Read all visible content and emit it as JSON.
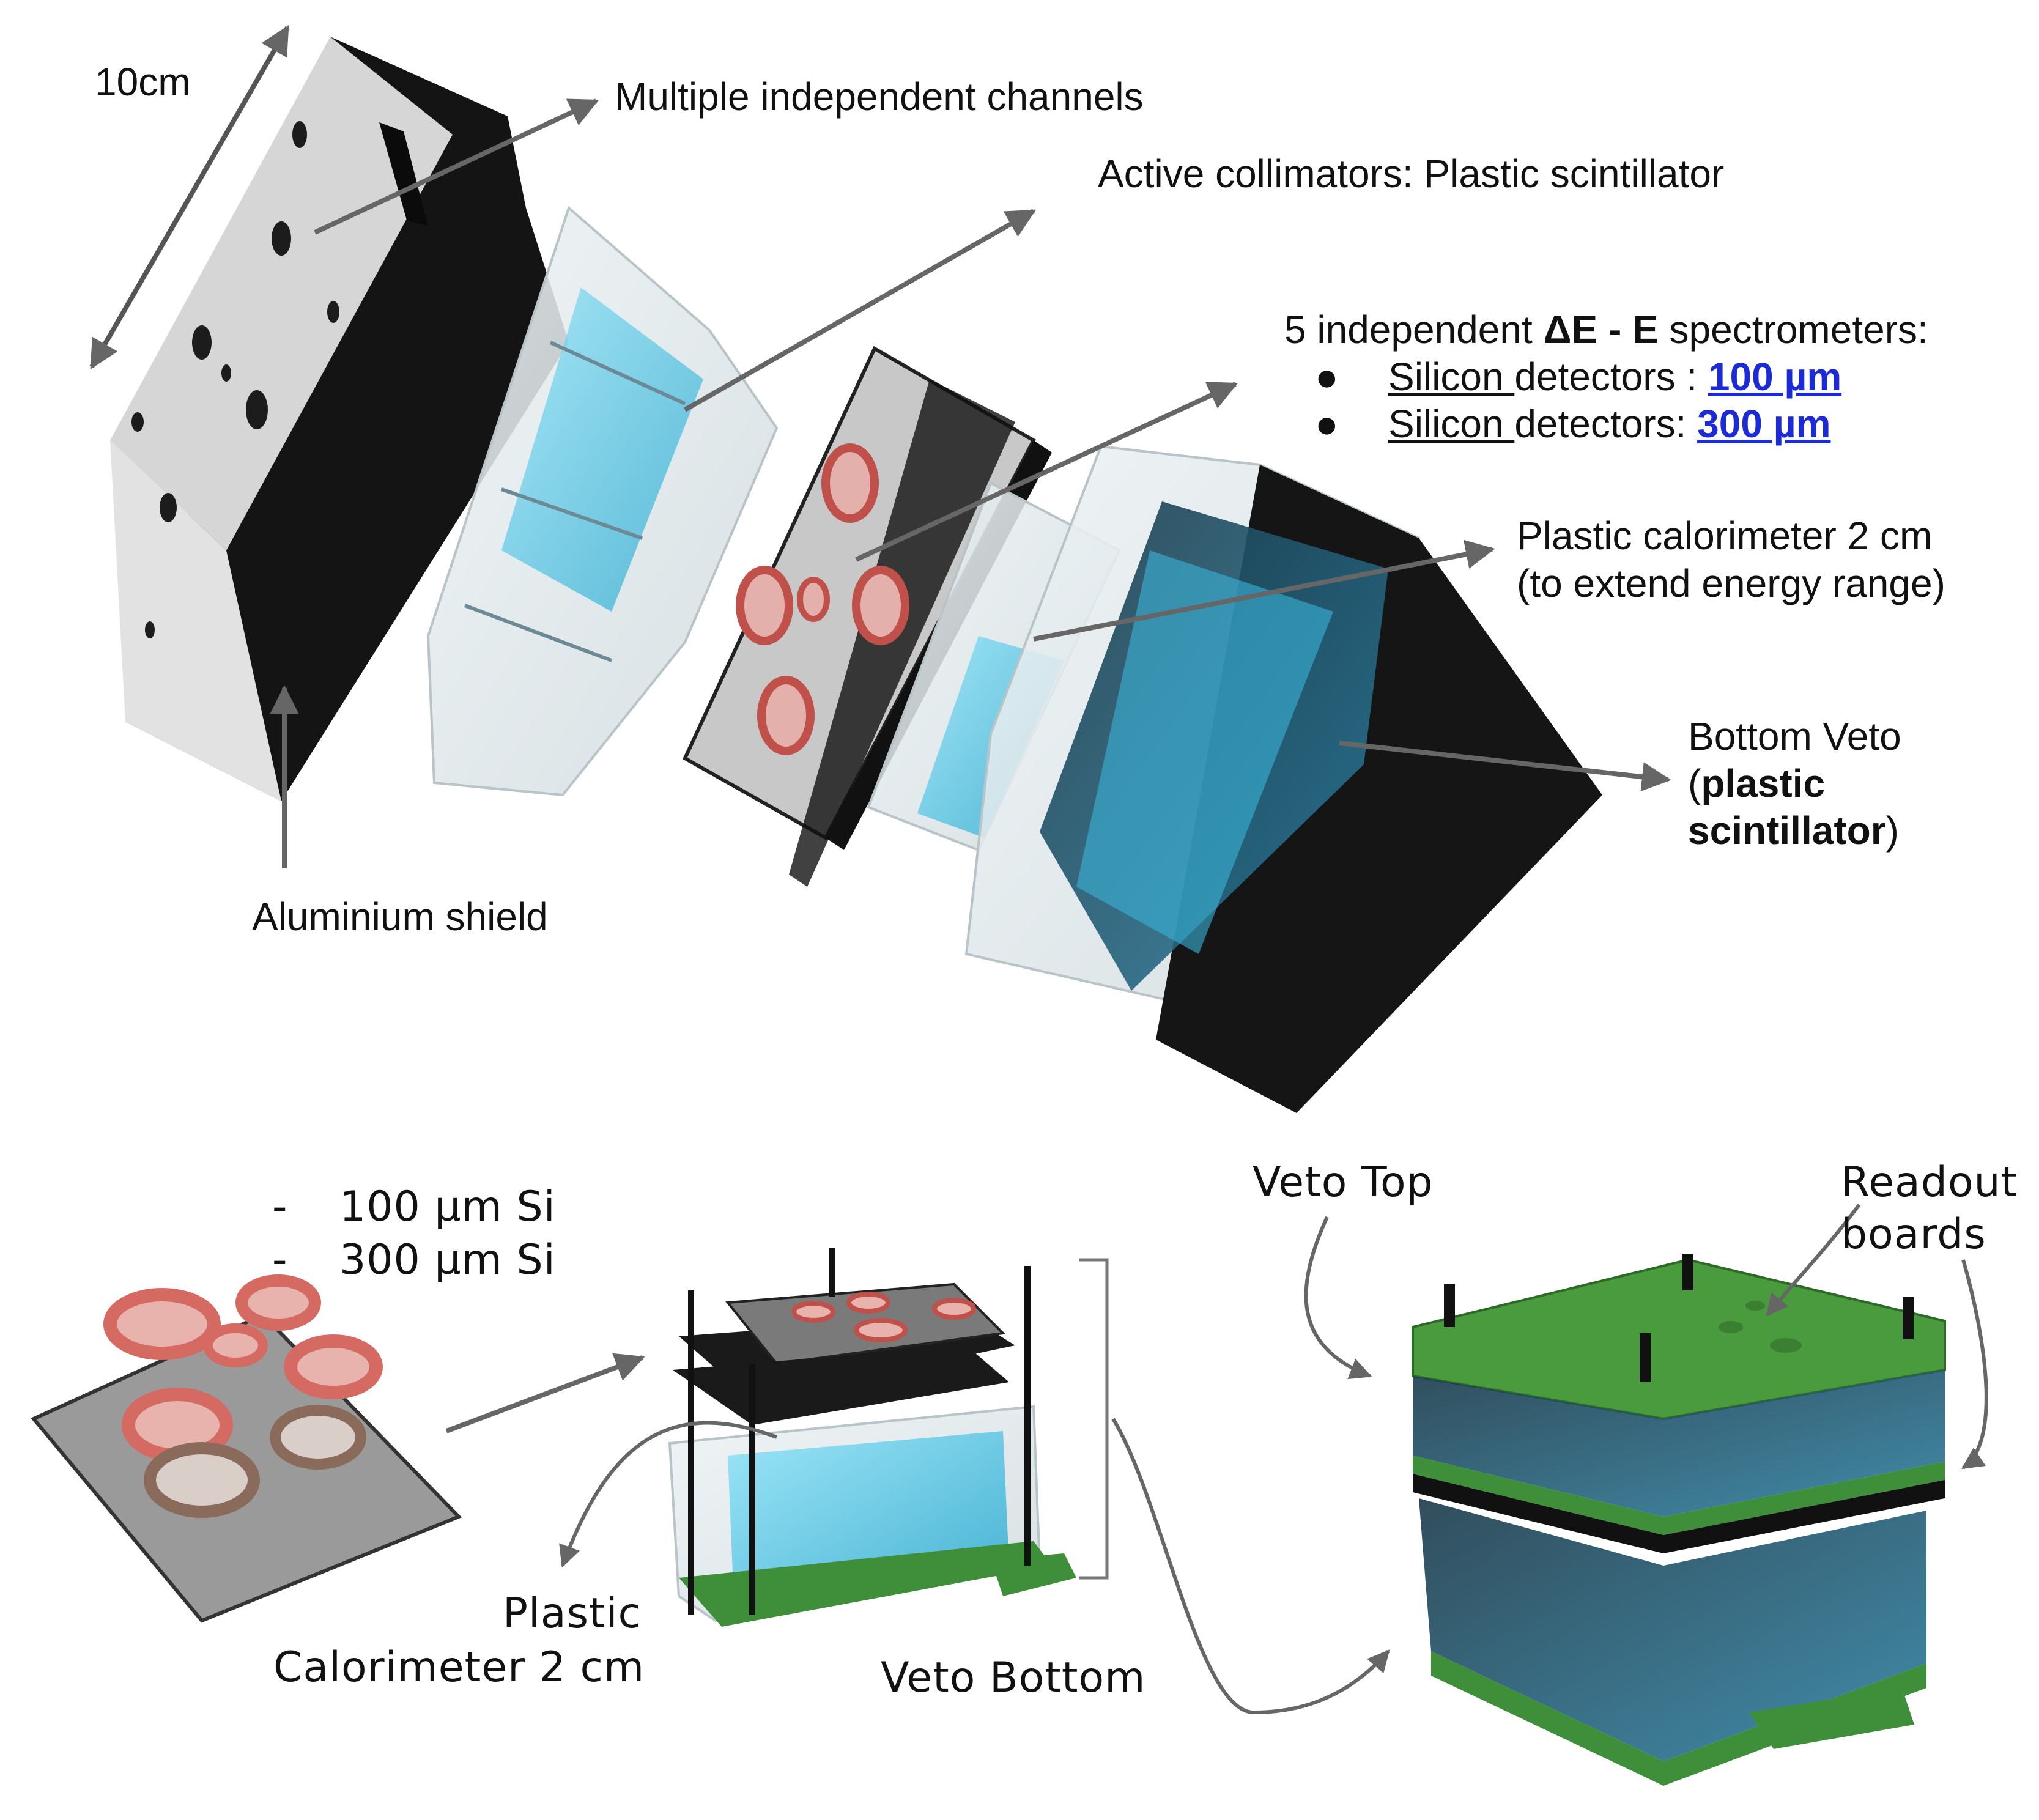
{
  "labels": {
    "size": "10cm",
    "channels": "Multiple independent channels",
    "collimators": "Active collimators: Plastic scintillator",
    "spectrometers_title_pre": "5 independent ",
    "spectrometers_delta": "ΔE - E",
    "spectrometers_title_post": " spectrometers:",
    "silicon_word": "Silicon ",
    "detectors_a": "detectors : ",
    "thickness_a": "100 µm",
    "detectors_b": "detectors: ",
    "thickness_b": "300 µm",
    "calorimeter_line1": "Plastic calorimeter 2 cm",
    "calorimeter_line2": "(to extend energy range)",
    "bottom_veto_title": "Bottom Veto",
    "bottom_veto_open": "(",
    "bottom_veto_bold1": "plastic",
    "bottom_veto_bold2": "scintillator",
    "bottom_veto_close": ")",
    "shield": "Aluminium shield",
    "si_list_dash": "-",
    "si_item_1": "100 µm Si",
    "si_item_2": "300 µm Si",
    "plastic_cal_line1": "Plastic",
    "plastic_cal_line2": "Calorimeter 2 cm",
    "veto_bottom": "Veto Bottom",
    "veto_top": "Veto Top",
    "readout_line1": "Readout",
    "readout_line2": "boards"
  },
  "colors": {
    "housing_black": "#151515",
    "housing_face": "#d9d9d9",
    "scintillator_blue": "#4fc8e8",
    "copper_ring": "#d9706a",
    "pcb_green": "#3f8f3a",
    "arrow_gray": "#666666",
    "link_blue": "#1d2bd6"
  },
  "icons": [
    "arrow",
    "detector-module",
    "housing-block"
  ]
}
